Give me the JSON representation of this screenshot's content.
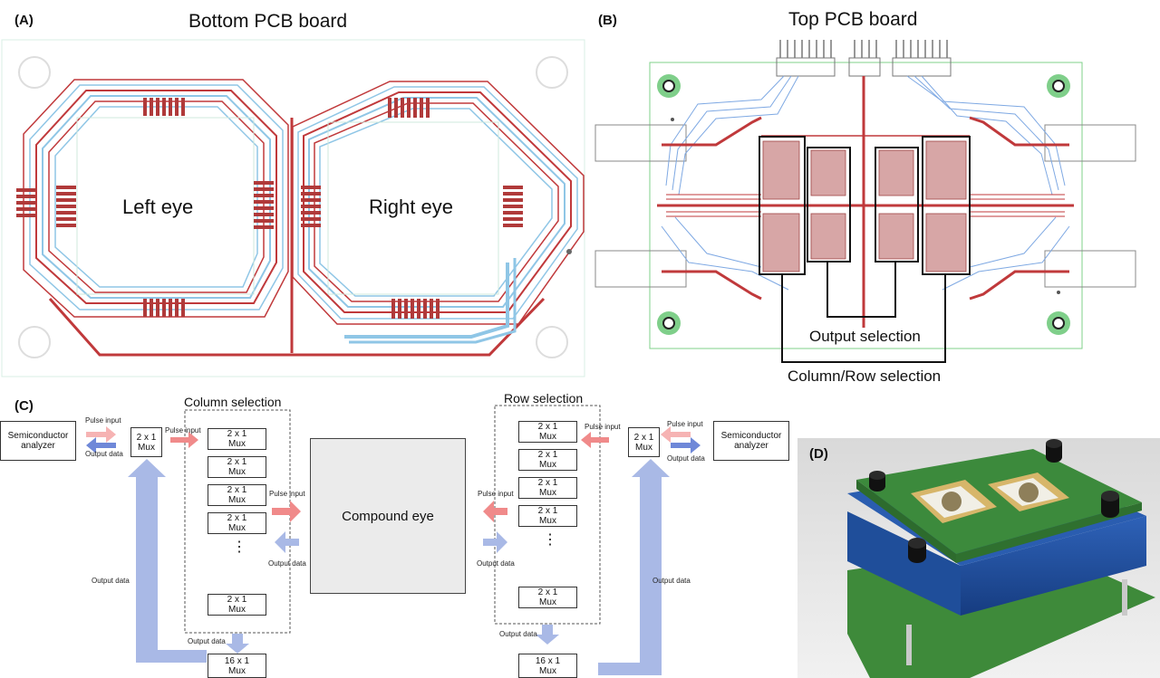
{
  "panel_a": {
    "letter": "(A)",
    "title": "Bottom PCB board",
    "left_label": "Left eye",
    "right_label": "Right eye"
  },
  "panel_b": {
    "letter": "(B)",
    "title": "Top PCB board",
    "output_selection": "Output selection",
    "column_row_selection": "Column/Row selection"
  },
  "panel_c": {
    "letter": "(C)",
    "column_selection": "Column selection",
    "row_selection": "Row selection",
    "left_analyzer": "Semiconductor\nanalyzer",
    "right_analyzer": "Semiconductor\nanalyzer",
    "mux_2x1": "2 x 1\nMux",
    "mux_16x1": "16 x 1\nMux",
    "compound_eye": "Compound eye",
    "pulse_input": "Pulse input",
    "output_data": "Output data",
    "ellipsis": "⋮"
  },
  "panel_d": {
    "letter": "(D)"
  },
  "colors": {
    "trace_red": "#c0393b",
    "trace_blue": "#8fc6e6",
    "pulse_arrow": "#f08a8a",
    "data_arrow": "#a9b9e6",
    "board_green": "#4e9a3c",
    "board_blue": "#1f4e9a"
  }
}
